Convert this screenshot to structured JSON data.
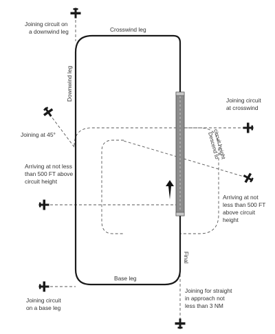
{
  "labels": {
    "downwind_join": [
      "Joining circuit on",
      "a downwind leg"
    ],
    "crosswind_leg": "Crosswind leg",
    "downwind_leg": "Downwind leg",
    "crosswind_join": [
      "Joining circuit",
      "at crosswind"
    ],
    "join_45": "Joining at 45°",
    "descend": [
      "Descend  to",
      "circuit height"
    ],
    "arriving_left": [
      "Arriving at not less",
      "than 500 FT above",
      "circuit height"
    ],
    "arriving_right": [
      "Arriving at not",
      "less than 500 FT",
      "above circuit",
      "height"
    ],
    "final": "Final",
    "base_leg": "Base leg",
    "base_join": [
      "Joining circuit",
      "on a base leg"
    ],
    "straight_in": [
      "Joining for straight",
      "in approach not",
      "less than 3 NM"
    ]
  },
  "colors": {
    "line": "#1a1a1a",
    "runway_fill": "#8c8c8c",
    "runway_edge": "#4a4a4a",
    "text": "#333333"
  }
}
